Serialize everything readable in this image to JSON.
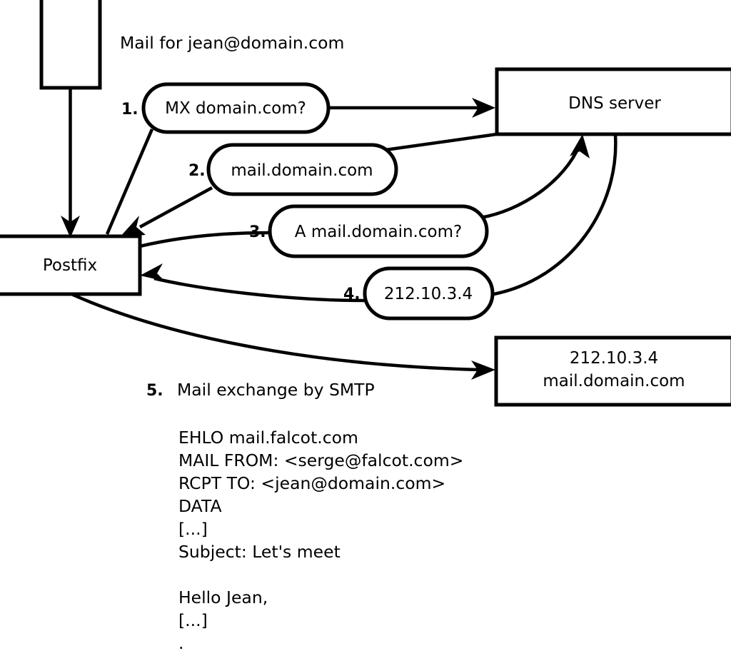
{
  "diagram": {
    "title_note": "Mail for jean@domain.com",
    "nodes": [
      {
        "id": "sender",
        "label": "",
        "kind": "box"
      },
      {
        "id": "postfix",
        "label": "Postfix",
        "kind": "box"
      },
      {
        "id": "dns",
        "label": "DNS server",
        "kind": "box"
      },
      {
        "id": "target",
        "label_line1": "212.10.3.4",
        "label_line2": "mail.domain.com",
        "kind": "box"
      }
    ],
    "steps": [
      {
        "number": "1.",
        "label": "MX domain.com?"
      },
      {
        "number": "2.",
        "label": "mail.domain.com"
      },
      {
        "number": "3.",
        "label": "A mail.domain.com?"
      },
      {
        "number": "4.",
        "label": "212.10.3.4"
      },
      {
        "number": "5.",
        "label": "Mail exchange by SMTP"
      }
    ],
    "smtp_transcript": [
      "EHLO mail.falcot.com",
      "MAIL FROM: <serge@falcot.com>",
      "RCPT TO: <jean@domain.com>",
      "DATA",
      "[...]",
      "Subject: Let's meet",
      "",
      "Hello Jean,",
      "[...]",
      "."
    ],
    "colors": {
      "stroke": "#000000",
      "fill": "#ffffff",
      "text": "#000000"
    }
  }
}
